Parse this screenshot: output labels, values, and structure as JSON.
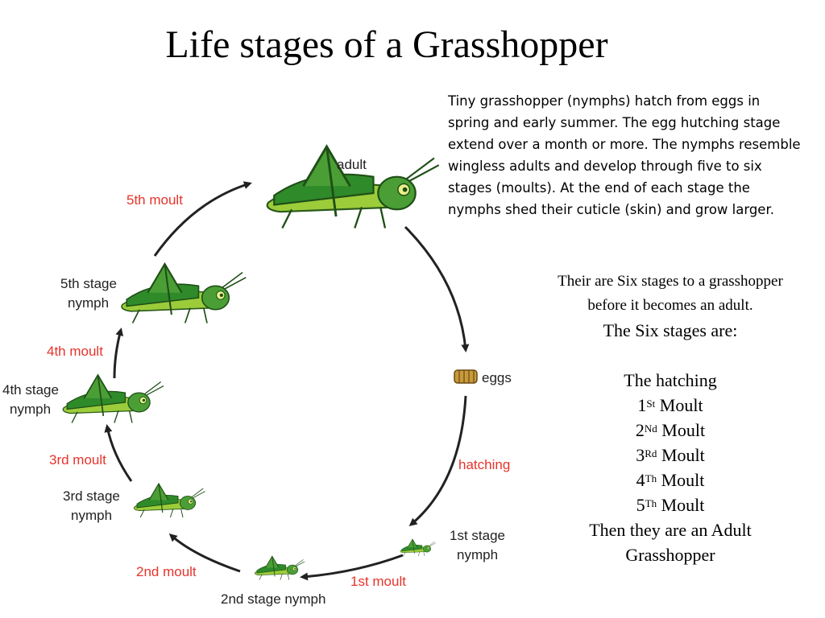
{
  "title": "Life stages of a Grasshopper",
  "intro": "Tiny grasshopper (nymphs) hatch from eggs in spring and early summer. The egg hutching stage extend over a month or more. The nymphs resemble wingless adults and develop through five to six stages (moults). At the end of each stage the nymphs shed their cuticle (skin) and grow larger.",
  "stages": {
    "line1": "Their are Six stages to a grasshopper",
    "line2": "before it becomes an adult.",
    "heading": "The Six stages are:",
    "hatching": "The hatching",
    "items": [
      {
        "num": "1",
        "sup": "St",
        "word": " Moult"
      },
      {
        "num": "2",
        "sup": "Nd",
        "word": " Moult"
      },
      {
        "num": "3",
        "sup": "Rd",
        "word": " Moult"
      },
      {
        "num": "4",
        "sup": "Th",
        "word": " Moult"
      },
      {
        "num": "5",
        "sup": "Th",
        "word": " Moult"
      }
    ],
    "end1": "Then they are an Adult",
    "end2": "Grasshopper"
  },
  "diagram": {
    "adult": "adult",
    "eggs": "eggs",
    "hatching": "hatching",
    "stage1_a": "1st stage",
    "stage1_b": "nymph",
    "moult1": "1st moult",
    "stage2": "2nd stage nymph",
    "moult2": "2nd moult",
    "stage3_a": "3rd stage",
    "stage3_b": "nymph",
    "moult3": "3rd moult",
    "stage4_a": "4th stage",
    "stage4_b": "nymph",
    "moult4": "4th moult",
    "stage5_a": "5th stage",
    "stage5_b": "nymph",
    "moult5": "5th moult"
  },
  "colors": {
    "body_green": "#4a9e35",
    "wing_green": "#2f8a2a",
    "light_green": "#9ccc3a",
    "moult_red": "#e8332a",
    "arrow": "#222222"
  }
}
